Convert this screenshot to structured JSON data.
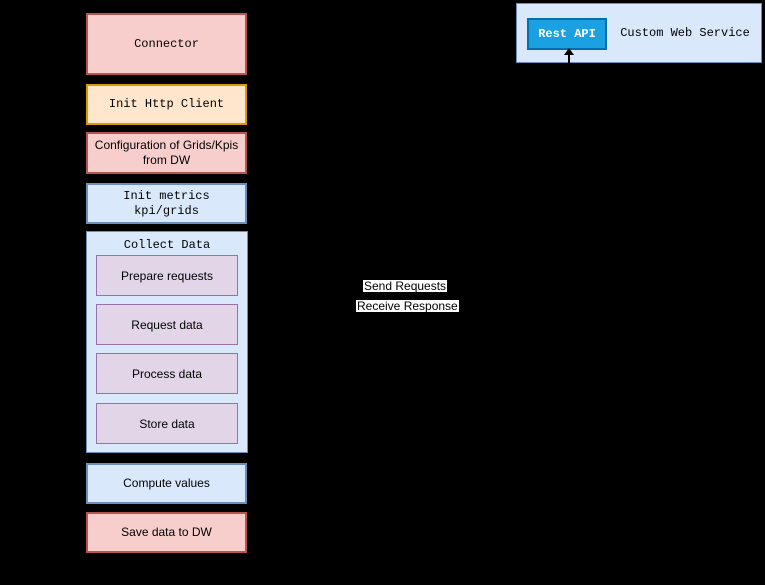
{
  "diagram": {
    "background_color": "#000000",
    "pipeline": {
      "connector": "Connector",
      "init_http_client": "Init Http Client",
      "configuration": "Configuration of Grids/Kpis\nfrom DW",
      "init_metrics": "Init metrics\nkpi/grids",
      "collect_data": {
        "title": "Collect Data",
        "steps": [
          "Prepare requests",
          "Request data",
          "Process data",
          "Store data"
        ]
      },
      "compute_values": "Compute values",
      "save_data_to_dw": "Save data to DW"
    },
    "web_service": {
      "rest_api": "Rest API",
      "label": "Custom Web Service"
    },
    "edge_labels": {
      "send_requests": "Send Requests",
      "receive_response": "Receive Response"
    },
    "colors": {
      "red_fill": "#f8cecc",
      "red_stroke": "#b85450",
      "orange_fill": "#ffe6cc",
      "orange_stroke": "#d79b00",
      "blue_fill": "#dae8fc",
      "blue_stroke": "#6c8ebf",
      "purple_fill": "#e1d5e7",
      "purple_stroke": "#9673a6",
      "rest_api_fill": "#1ba1e2",
      "rest_api_stroke": "#006eaf",
      "arrow_color": "#000000",
      "edge_label_background": "#ffffff"
    }
  }
}
